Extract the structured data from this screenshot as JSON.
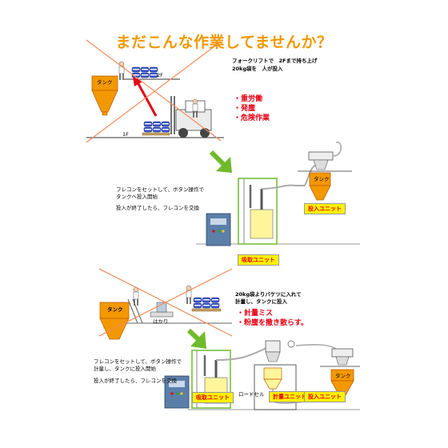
{
  "title": "まだこんな作業してませんか？",
  "top": {
    "tank_label": "タンク",
    "floor2": "2F",
    "floor1": "1F",
    "description_line1": "フォークリフトで　2Fまで持ち上げ",
    "description_line2": "20kg袋を　人が投入",
    "bullets": [
      "・重労働",
      "・発塵",
      "・危険作業"
    ]
  },
  "middle": {
    "instruction1": "フレコンをセットして、ボタン操作で",
    "instruction2": "タンクへ投入開始",
    "instruction3": "投入が終了したら、フレコンを交換",
    "tank_label": "タンク",
    "unit_input": "投入ユニット",
    "unit_suction": "吸取ユニット"
  },
  "lower": {
    "tank_label": "タンク",
    "scale_label": "はかり",
    "description_line1": "20kg袋よりバケツに入れて",
    "description_line2": "計量し、タンクに投入",
    "bullets": [
      "・計量ミス",
      "・粉塵を撒き散らす。"
    ]
  },
  "bottom": {
    "instruction1": "フレコンをセットして、ボタン操作で",
    "instruction2": "計量し、タンクに投入開始",
    "instruction3": "投入が終了したら、フレコンを交換",
    "unit_suction": "吸取ユニット",
    "unit_weigh": "計量ユニット",
    "unit_input": "投入ユニット",
    "load_cell": "ロードセル",
    "tank_label": "タンク"
  },
  "colors": {
    "title": "#f39800",
    "tank_fill": "#f39800",
    "cross": "#f08c5a",
    "arrow": "#6fba2c",
    "label_bg": "#fff100",
    "label_text": "#e60012",
    "bag_blue": "#3a56c8"
  }
}
